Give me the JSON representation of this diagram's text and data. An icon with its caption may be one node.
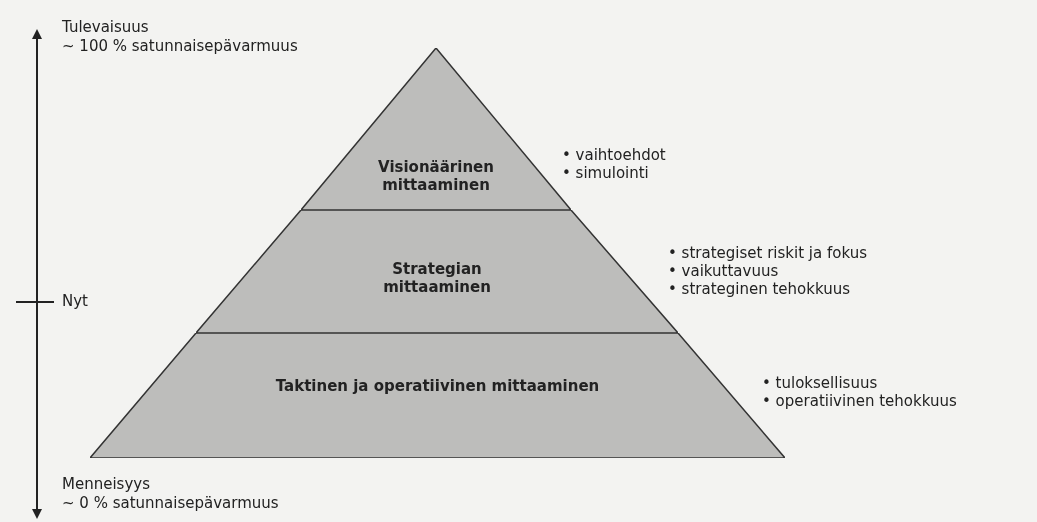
{
  "diagram": {
    "nodes": [
      {
        "text": [
          "Visionäärinen mittaaminen"
        ],
        "beside": [
          "• vaihtoehdot",
          "• simulointi"
        ]
      },
      {
        "text": [
          "Strategian mittaaminen"
        ],
        "beside": [
          "• strategiset riskit ja fokus",
          "• vaikuttavuus",
          "• strateginen tehokkuus"
        ]
      },
      {
        "text": [
          "Taktinen ja operatiivinen mittaaminen"
        ],
        "beside": [
          "• tuloksellisuus",
          "• operatiivinen tehokkuus"
        ]
      }
    ],
    "labels": [
      "Tulevaisuus",
      "~ 100 % satunnaisepävarmuus",
      "Nyt",
      "Menneisyys",
      "~ 0 % satunnaisepävarmuus"
    ]
  }
}
